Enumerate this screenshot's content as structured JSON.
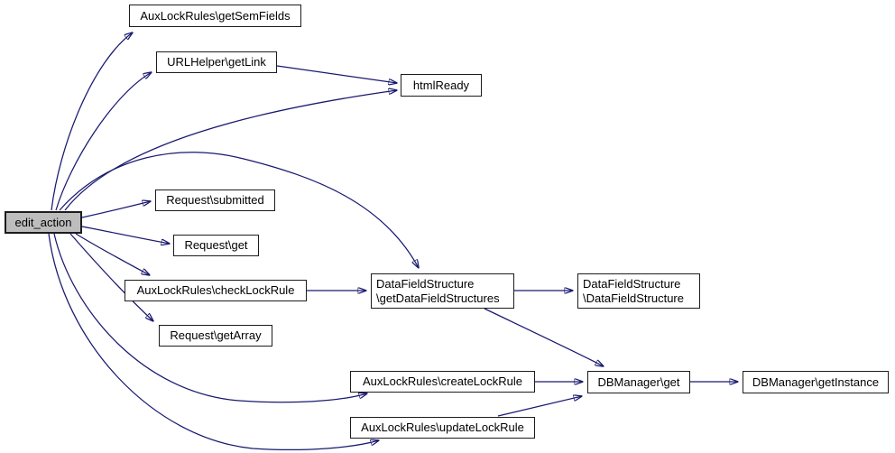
{
  "diagram": {
    "type": "call-graph",
    "background_color": "#ffffff",
    "edge_color": "#191970",
    "node_border_color": "#1c1c1c",
    "node_fill_color": "#ffffff",
    "focus_node_fill_color": "#bdbdbd",
    "text_color": "#000000"
  },
  "nodes": [
    {
      "id": "edit_action",
      "label": "edit_action",
      "focus": true
    },
    {
      "id": "getSemFields",
      "label": "AuxLockRules\\getSemFields"
    },
    {
      "id": "getLink",
      "label": "URLHelper\\getLink"
    },
    {
      "id": "htmlReady",
      "label": "htmlReady"
    },
    {
      "id": "submitted",
      "label": "Request\\submitted"
    },
    {
      "id": "request_get",
      "label": "Request\\get"
    },
    {
      "id": "checkLockRule",
      "label": "AuxLockRules\\checkLockRule"
    },
    {
      "id": "getArray",
      "label": "Request\\getArray"
    },
    {
      "id": "getDataFieldStructures",
      "label": "DataFieldStructure\n\\getDataFieldStructures"
    },
    {
      "id": "DataFieldStructure",
      "label": "DataFieldStructure\n\\DataFieldStructure"
    },
    {
      "id": "createLockRule",
      "label": "AuxLockRules\\createLockRule"
    },
    {
      "id": "updateLockRule",
      "label": "AuxLockRules\\updateLockRule"
    },
    {
      "id": "dbmanager_get",
      "label": "DBManager\\get"
    },
    {
      "id": "getInstance",
      "label": "DBManager\\getInstance"
    }
  ],
  "edges": [
    {
      "from": "edit_action",
      "to": "AuxLockRules\\getSemFields"
    },
    {
      "from": "edit_action",
      "to": "URLHelper\\getLink"
    },
    {
      "from": "edit_action",
      "to": "htmlReady"
    },
    {
      "from": "URLHelper\\getLink",
      "to": "htmlReady"
    },
    {
      "from": "edit_action",
      "to": "Request\\submitted"
    },
    {
      "from": "edit_action",
      "to": "Request\\get"
    },
    {
      "from": "edit_action",
      "to": "AuxLockRules\\checkLockRule"
    },
    {
      "from": "edit_action",
      "to": "Request\\getArray"
    },
    {
      "from": "edit_action",
      "to": "DataFieldStructure\\getDataFieldStructures"
    },
    {
      "from": "AuxLockRules\\checkLockRule",
      "to": "DataFieldStructure\\getDataFieldStructures"
    },
    {
      "from": "DataFieldStructure\\getDataFieldStructures",
      "to": "DataFieldStructure\\DataFieldStructure"
    },
    {
      "from": "DataFieldStructure\\getDataFieldStructures",
      "to": "DBManager\\get"
    },
    {
      "from": "edit_action",
      "to": "AuxLockRules\\createLockRule"
    },
    {
      "from": "edit_action",
      "to": "AuxLockRules\\updateLockRule"
    },
    {
      "from": "AuxLockRules\\createLockRule",
      "to": "DBManager\\get"
    },
    {
      "from": "AuxLockRules\\updateLockRule",
      "to": "DBManager\\get"
    },
    {
      "from": "DBManager\\get",
      "to": "DBManager\\getInstance"
    }
  ]
}
